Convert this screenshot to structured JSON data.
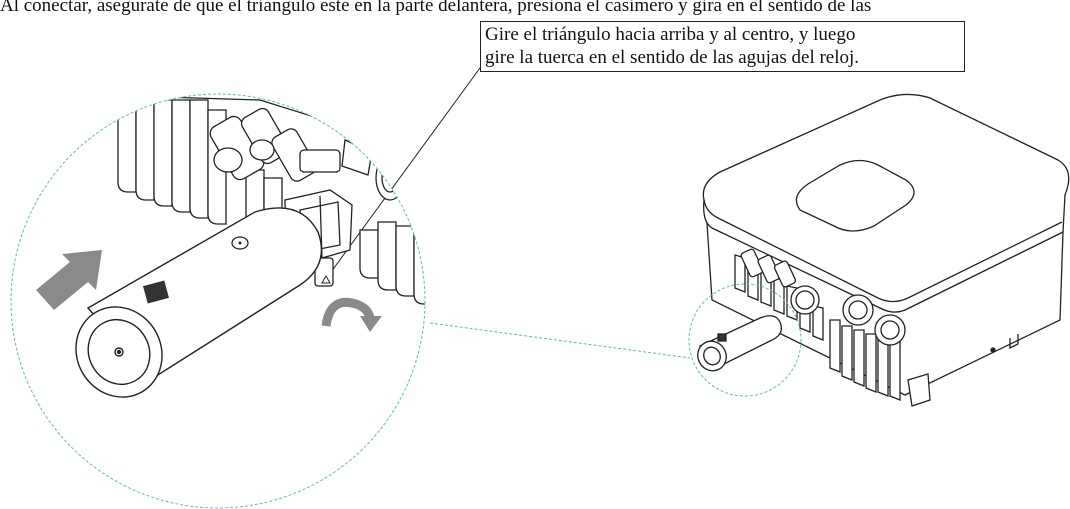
{
  "instruction_text": "Al conectar, asegúrate de que el triángulo esté en la parte delantera, presiona el casimero y gira en el sentido de las",
  "callout": {
    "line1": "Gire el triángulo hacia arriba y al centro, y luego",
    "line2": "gire la tuerca en el sentido de las agujas del reloj."
  },
  "colors": {
    "leader_line": "#5bbfbf",
    "arrow": "#8a8a8a",
    "stroke": "#222222"
  },
  "icons": [
    "push-arrow-icon",
    "clockwise-rotate-arrow-icon",
    "alignment-triangle-icon"
  ]
}
